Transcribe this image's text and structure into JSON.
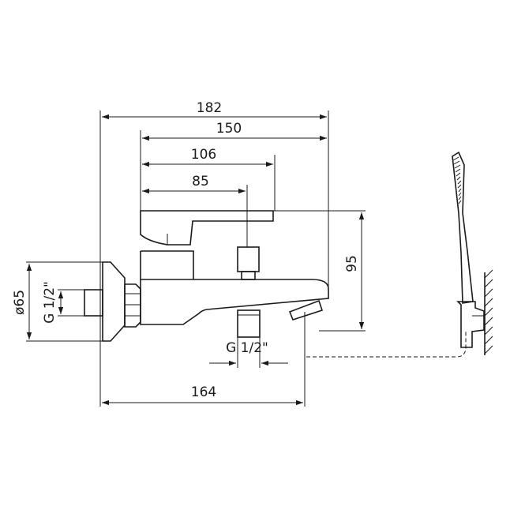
{
  "dimensions": {
    "d182": "182",
    "d150": "150",
    "d106": "106",
    "d85": "85",
    "d95": "95",
    "d164": "164",
    "d65": "ø65",
    "thread_left": "G 1/2\"",
    "thread_bottom": "G 1/2\""
  },
  "colors": {
    "line": "#1a1a1a",
    "background": "#ffffff"
  }
}
